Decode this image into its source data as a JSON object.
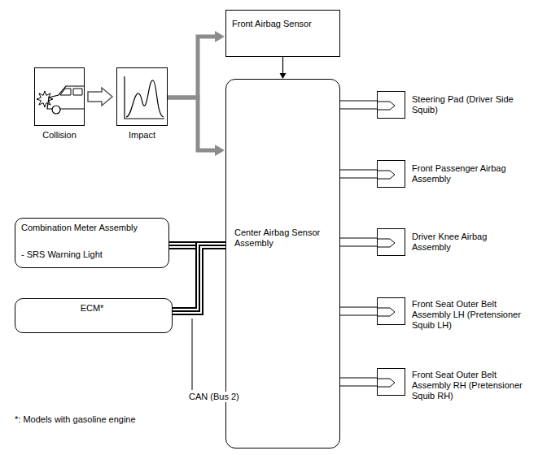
{
  "diagram": {
    "nodes": [
      {
        "text": [
          "Front Airbag Sensor"
        ]
      },
      {
        "text": [
          "Collision"
        ]
      },
      {
        "text": [
          "Impact"
        ]
      },
      {
        "text": [
          "Center Airbag Sensor Assembly"
        ]
      },
      {
        "text": [
          "Steering Pad (Driver Side Squib)"
        ]
      },
      {
        "text": [
          "Front Passenger Airbag Assembly"
        ]
      },
      {
        "text": [
          "Driver Knee Airbag Assembly"
        ]
      },
      {
        "text": [
          "Combination Meter Assembly",
          "- SRS Warning Light"
        ]
      },
      {
        "text": [
          "Front Seat Outer Belt Assembly LH (Pretensioner Squib LH)"
        ]
      },
      {
        "text": [
          "ECM*"
        ]
      },
      {
        "text": [
          "Front Seat Outer Belt Assembly RH (Pretensioner Squib RH)"
        ]
      }
    ],
    "edges": [
      {
        "from": 1,
        "to": 2,
        "arrow": "to"
      },
      {
        "from": 2,
        "to": 0,
        "arrow": "to"
      },
      {
        "from": 2,
        "to": 3,
        "arrow": "to"
      },
      {
        "from": 0,
        "to": 3,
        "arrow": "to"
      },
      {
        "from": 3,
        "to": 4,
        "arrow": "none"
      },
      {
        "from": 3,
        "to": 5,
        "arrow": "none"
      },
      {
        "from": 3,
        "to": 6,
        "arrow": "none"
      },
      {
        "from": 3,
        "to": 8,
        "arrow": "none"
      },
      {
        "from": 3,
        "to": 10,
        "arrow": "none"
      },
      {
        "from": 7,
        "to": 3,
        "arrow": "none"
      },
      {
        "from": 9,
        "to": 3,
        "arrow": "none"
      }
    ],
    "labels": [
      "CAN (Bus 2)",
      "*: Models with gasoline engine"
    ]
  }
}
